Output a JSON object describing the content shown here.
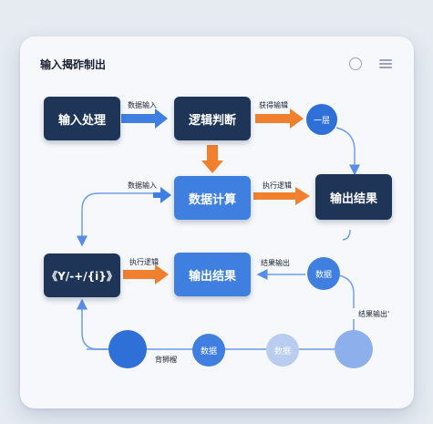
{
  "title": "输入揭砟制出",
  "window_icons": [
    "circle-icon",
    "menu-icon"
  ],
  "colors": {
    "dark_box": "#1f3557",
    "blue_box": "#3f7fe0",
    "orange_arrow": "#f07f2e",
    "blue_arrow": "#3f7fe0",
    "connector": "#6f9ee8"
  },
  "boxes": {
    "input_process": "输入处理",
    "logic_judge": "逻辑判断",
    "data_compute": "数据计算",
    "output_result_right": "输出结果",
    "code_box": "《Y/-+/{i}》",
    "output_result_mid": "输出结果"
  },
  "nodes": {
    "one_layer": "一层",
    "data_right": "数据",
    "data_bottom": "数据",
    "data_light": "数据"
  },
  "edge_labels": {
    "data_input_top": "数据输入",
    "get_logic": "获得输辑",
    "data_input_mid": "数据输入",
    "exec_logic_mid": "执行逻辑",
    "exec_logic_bottom": "执行逻辑",
    "result_output": "结果输出",
    "result_output_side": "结果输出'",
    "bottom_caption": "背狮榴"
  }
}
